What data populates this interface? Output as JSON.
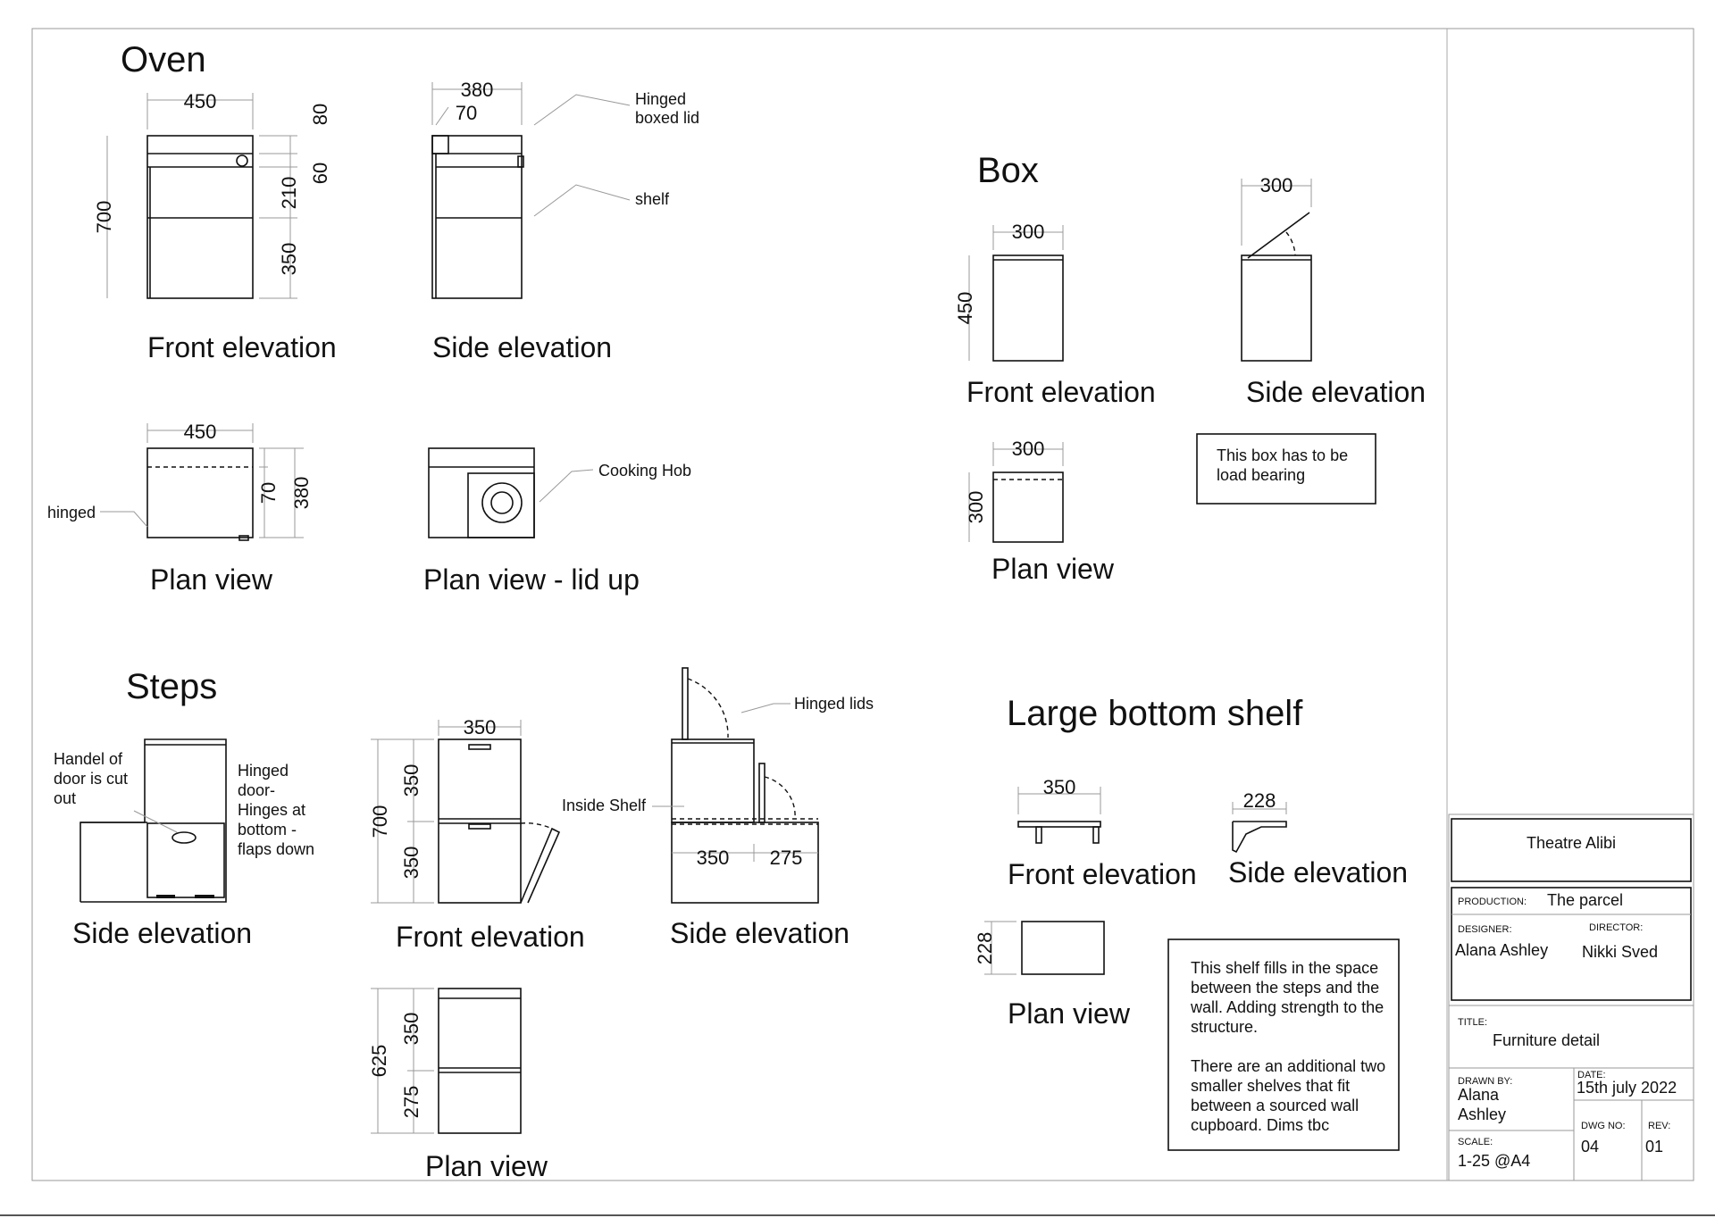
{
  "sections": {
    "oven": {
      "title": "Oven",
      "front_caption": "Front elevation",
      "side_caption": "Side elevation",
      "plan_caption": "Plan view",
      "plan_lid_caption": "Plan view - lid up",
      "dims": {
        "w450": "450",
        "h80": "80",
        "h60": "60",
        "h210": "210",
        "h350": "350",
        "h700": "700",
        "d380": "380",
        "d70": "70",
        "p450": "450",
        "p70": "70",
        "p380": "380"
      },
      "notes": {
        "lid_l1": "Hinged",
        "lid_l2": "boxed lid",
        "shelf": "shelf",
        "hinged": "hinged",
        "hob": "Cooking Hob"
      }
    },
    "box": {
      "title": "Box",
      "front_caption": "Front elevation",
      "side_caption": "Side elevation",
      "plan_caption": "Plan view",
      "dims": {
        "fw": "300",
        "fh": "450",
        "sw": "300",
        "pw": "300",
        "ph": "300"
      },
      "note_l1": "This box has to be",
      "note_l2": "load bearing"
    },
    "steps": {
      "title": "Steps",
      "side1_caption": "Side elevation",
      "front_caption": "Front elevation",
      "side2_caption": "Side elevation",
      "plan_caption": "Plan view",
      "handle_note": [
        "Handel of",
        "door is cut",
        "out"
      ],
      "door_note": [
        "Hinged",
        "door-",
        "Hinges at",
        "bottom -",
        "flaps down"
      ],
      "lids_note": "Hinged lids",
      "shelf_note": "Inside Shelf",
      "dims": {
        "fw": "350",
        "f350a": "350",
        "f350b": "350",
        "f700": "700",
        "s350": "350",
        "s275": "275",
        "p350": "350",
        "p275": "275",
        "p625": "625"
      }
    },
    "shelf": {
      "title": "Large bottom shelf",
      "front_caption": "Front elevation",
      "side_caption": "Side elevation",
      "plan_caption": "Plan view",
      "dims": {
        "fw": "350",
        "sw": "228",
        "ph": "228"
      },
      "note": [
        "This shelf fills in the space",
        "between the steps and the",
        "wall. Adding strength to the",
        "structure.",
        "",
        "There are an additional two",
        "smaller shelves that fit",
        "between a sourced wall",
        "cupboard. Dims tbc"
      ]
    }
  },
  "title_block": {
    "company": "Theatre Alibi",
    "production_label": "PRODUCTION:",
    "production": "The parcel",
    "designer_label": "DESIGNER:",
    "designer": "Alana Ashley",
    "director_label": "DIRECTOR:",
    "director": "Nikki Sved",
    "title_label": "TITLE:",
    "title": "Furniture detail",
    "drawn_by_label": "DRAWN BY:",
    "drawn_by_l1": "Alana",
    "drawn_by_l2": "Ashley",
    "date_label": "DATE:",
    "date": "15th july 2022",
    "scale_label": "SCALE:",
    "scale": "1-25 @A4",
    "dwg_label": "DWG NO:",
    "dwg": "04",
    "rev_label": "REV:",
    "rev": "01"
  }
}
